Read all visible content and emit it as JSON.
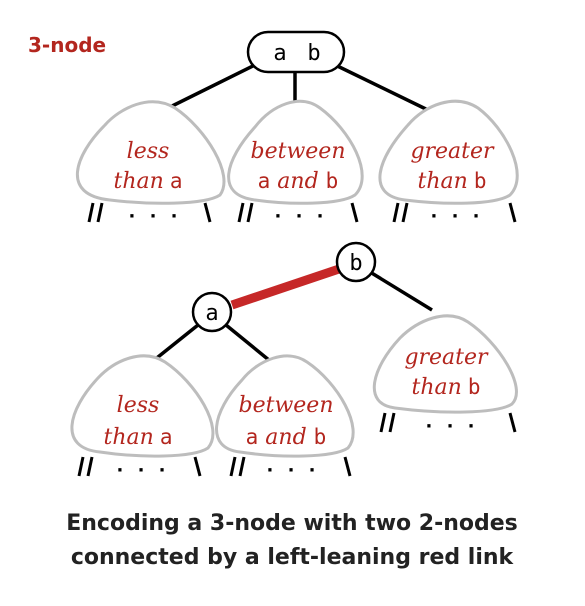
{
  "top_label": "3-node",
  "three_node": {
    "key_a": "a",
    "key_b": "b"
  },
  "subtrees_top": [
    {
      "line1": "less",
      "line2_italic": "than",
      "line2_key": "a",
      "line2_pre": "",
      "line2_post_italic": ""
    },
    {
      "line1": "between",
      "line2_pre": "a",
      "line2_italic": " and ",
      "line2_key": "b"
    },
    {
      "line1": "greater",
      "line2_italic": "than",
      "line2_key": "b"
    }
  ],
  "two_nodes": {
    "left_key": "a",
    "right_key": "b"
  },
  "subtrees_bottom": [
    {
      "line1": "less",
      "line2_italic": "than",
      "line2_key": "a"
    },
    {
      "line1": "between",
      "line2_pre": "a",
      "line2_italic": " and ",
      "line2_key": "b"
    },
    {
      "line1": "greater",
      "line2_italic": "than",
      "line2_key": "b"
    }
  ],
  "dots": "· · ·",
  "caption": {
    "line1": "Encoding a 3-node with two 2-nodes",
    "line2": "connected by a left-leaning red link"
  },
  "colors": {
    "red_link": "#c62828",
    "text_red": "#b3261e",
    "blob_stroke": "#bdbdbd"
  }
}
